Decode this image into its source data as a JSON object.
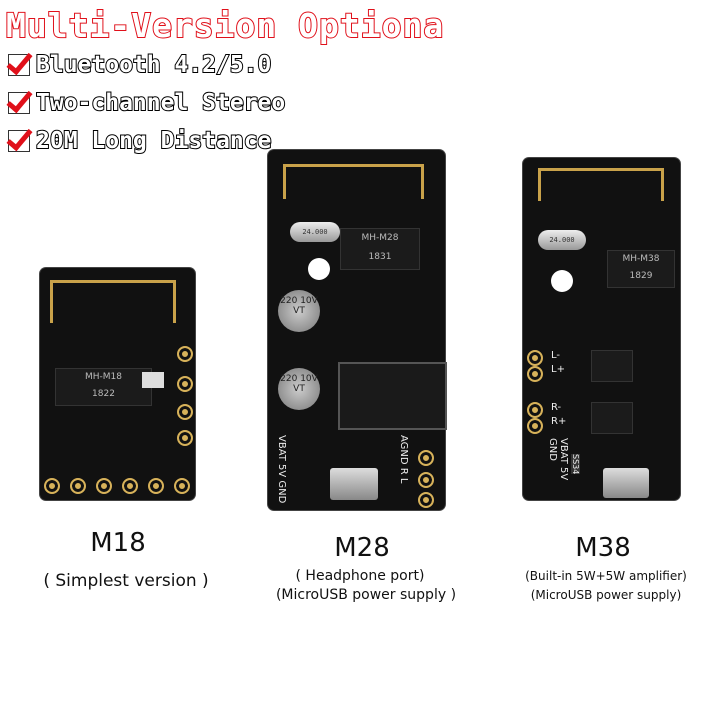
{
  "header": {
    "title": "Multi-Version Optiona",
    "features": [
      "Bluetooth 4.2/5.0",
      "Two-channel Stereo",
      "20M Long Distance"
    ],
    "check_color": "#e0101a"
  },
  "products": [
    {
      "name": "M18",
      "desc": [
        "( Simplest version )"
      ],
      "chip_label": "MH-M18",
      "chip_date": "1822"
    },
    {
      "name": "M28",
      "desc": [
        "( Headphone port)",
        "(MicroUSB power supply )"
      ],
      "chip_label": "MH-M28",
      "chip_date": "1831",
      "cap_label": "220 10V VT",
      "crystal": "24.000",
      "pins_left": "VBAT 5V GND",
      "pins_right": "AGND R L"
    },
    {
      "name": "M38",
      "desc": [
        "(Built-in 5W+5W amplifier)",
        "(MicroUSB power supply)"
      ],
      "chip_label": "MH-M38",
      "chip_date": "1829",
      "crystal": "24.000",
      "pins_left": "VBAT 5V GND",
      "pins_right": [
        "L-",
        "L+",
        "R-",
        "R+"
      ],
      "diode": "SS34"
    }
  ]
}
